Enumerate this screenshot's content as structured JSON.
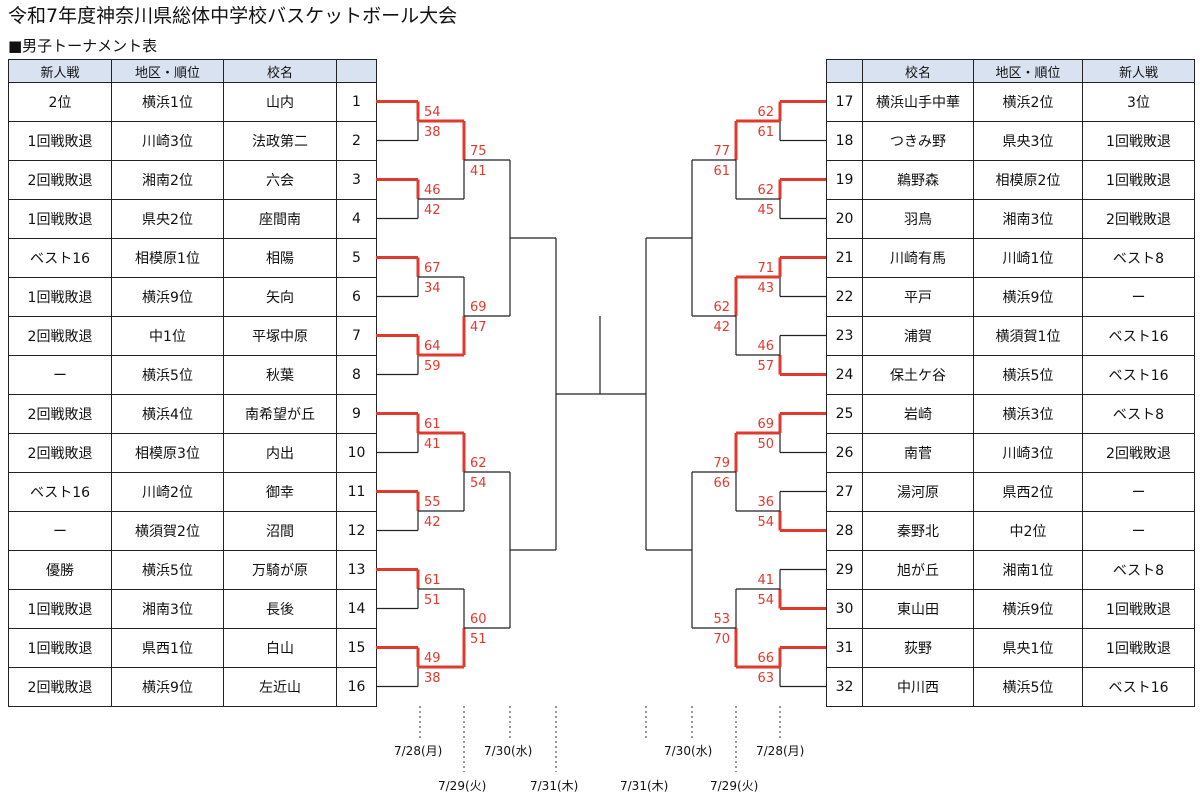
{
  "title": "令和7年度神奈川県総体中学校バスケットボール大会",
  "subtitle": "■男子トーナメント表",
  "colors": {
    "winner_line": "#e03a2f",
    "header_bg": "#d9e2f1",
    "line": "#222222"
  },
  "left_table": {
    "headers": [
      "新人戦",
      "地区・順位",
      "校名",
      ""
    ],
    "rows": [
      {
        "rookie": "2位",
        "region": "横浜1位",
        "school": "山内",
        "no": "1"
      },
      {
        "rookie": "1回戦敗退",
        "region": "川崎3位",
        "school": "法政第二",
        "no": "2"
      },
      {
        "rookie": "2回戦敗退",
        "region": "湘南2位",
        "school": "六会",
        "no": "3"
      },
      {
        "rookie": "1回戦敗退",
        "region": "県央2位",
        "school": "座間南",
        "no": "4"
      },
      {
        "rookie": "ベスト16",
        "region": "相模原1位",
        "school": "相陽",
        "no": "5"
      },
      {
        "rookie": "1回戦敗退",
        "region": "横浜9位",
        "school": "矢向",
        "no": "6"
      },
      {
        "rookie": "2回戦敗退",
        "region": "中1位",
        "school": "平塚中原",
        "no": "7"
      },
      {
        "rookie": "ー",
        "region": "横浜5位",
        "school": "秋葉",
        "no": "8"
      },
      {
        "rookie": "2回戦敗退",
        "region": "横浜4位",
        "school": "南希望が丘",
        "no": "9"
      },
      {
        "rookie": "2回戦敗退",
        "region": "相模原3位",
        "school": "内出",
        "no": "10"
      },
      {
        "rookie": "ベスト16",
        "region": "川崎2位",
        "school": "御幸",
        "no": "11"
      },
      {
        "rookie": "ー",
        "region": "横須賀2位",
        "school": "沼間",
        "no": "12"
      },
      {
        "rookie": "優勝",
        "region": "横浜5位",
        "school": "万騎が原",
        "no": "13"
      },
      {
        "rookie": "1回戦敗退",
        "region": "湘南3位",
        "school": "長後",
        "no": "14"
      },
      {
        "rookie": "1回戦敗退",
        "region": "県西1位",
        "school": "白山",
        "no": "15"
      },
      {
        "rookie": "2回戦敗退",
        "region": "横浜9位",
        "school": "左近山",
        "no": "16"
      }
    ]
  },
  "right_table": {
    "headers": [
      "",
      "校名",
      "地区・順位",
      "新人戦"
    ],
    "rows": [
      {
        "no": "17",
        "school": "横浜山手中華",
        "region": "横浜2位",
        "rookie": "3位"
      },
      {
        "no": "18",
        "school": "つきみ野",
        "region": "県央3位",
        "rookie": "1回戦敗退"
      },
      {
        "no": "19",
        "school": "鵜野森",
        "region": "相模原2位",
        "rookie": "1回戦敗退"
      },
      {
        "no": "20",
        "school": "羽鳥",
        "region": "湘南3位",
        "rookie": "2回戦敗退"
      },
      {
        "no": "21",
        "school": "川崎有馬",
        "region": "川崎1位",
        "rookie": "ベスト8"
      },
      {
        "no": "22",
        "school": "平戸",
        "region": "横浜9位",
        "rookie": "ー"
      },
      {
        "no": "23",
        "school": "浦賀",
        "region": "横須賀1位",
        "rookie": "ベスト16"
      },
      {
        "no": "24",
        "school": "保土ケ谷",
        "region": "横浜5位",
        "rookie": "ベスト16"
      },
      {
        "no": "25",
        "school": "岩崎",
        "region": "横浜3位",
        "rookie": "ベスト8"
      },
      {
        "no": "26",
        "school": "南菅",
        "region": "川崎3位",
        "rookie": "2回戦敗退"
      },
      {
        "no": "27",
        "school": "湯河原",
        "region": "県西2位",
        "rookie": "ー"
      },
      {
        "no": "28",
        "school": "秦野北",
        "region": "中2位",
        "rookie": "ー"
      },
      {
        "no": "29",
        "school": "旭が丘",
        "region": "湘南1位",
        "rookie": "ベスト8"
      },
      {
        "no": "30",
        "school": "東山田",
        "region": "横浜9位",
        "rookie": "1回戦敗退"
      },
      {
        "no": "31",
        "school": "荻野",
        "region": "県央1位",
        "rookie": "1回戦敗退"
      },
      {
        "no": "32",
        "school": "中川西",
        "region": "横浜5位",
        "rookie": "ベスト16"
      }
    ]
  },
  "bracket": {
    "left": {
      "round1": [
        {
          "top": "54",
          "bottom": "38",
          "winner": "top"
        },
        {
          "top": "46",
          "bottom": "42",
          "winner": "top"
        },
        {
          "top": "67",
          "bottom": "34",
          "winner": "top"
        },
        {
          "top": "64",
          "bottom": "59",
          "winner": "top"
        },
        {
          "top": "61",
          "bottom": "41",
          "winner": "top"
        },
        {
          "top": "55",
          "bottom": "42",
          "winner": "top"
        },
        {
          "top": "61",
          "bottom": "51",
          "winner": "top"
        },
        {
          "top": "49",
          "bottom": "38",
          "winner": "top"
        }
      ],
      "round2": [
        {
          "top": "75",
          "bottom": "41",
          "winner": "top"
        },
        {
          "top": "69",
          "bottom": "47",
          "winner": "bottom"
        },
        {
          "top": "62",
          "bottom": "54",
          "winner": "top"
        },
        {
          "top": "60",
          "bottom": "51",
          "winner": "bottom"
        }
      ]
    },
    "right": {
      "round1": [
        {
          "top": "62",
          "bottom": "61",
          "winner": "top"
        },
        {
          "top": "62",
          "bottom": "45",
          "winner": "top"
        },
        {
          "top": "71",
          "bottom": "43",
          "winner": "top"
        },
        {
          "top": "46",
          "bottom": "57",
          "winner": "bottom"
        },
        {
          "top": "69",
          "bottom": "50",
          "winner": "top"
        },
        {
          "top": "36",
          "bottom": "54",
          "winner": "bottom"
        },
        {
          "top": "41",
          "bottom": "54",
          "winner": "bottom"
        },
        {
          "top": "66",
          "bottom": "63",
          "winner": "top"
        }
      ],
      "round2": [
        {
          "top": "77",
          "bottom": "61",
          "winner": "top"
        },
        {
          "top": "62",
          "bottom": "42",
          "winner": "top"
        },
        {
          "top": "79",
          "bottom": "66",
          "winner": "top"
        },
        {
          "top": "53",
          "bottom": "70",
          "winner": "bottom"
        }
      ]
    }
  },
  "dates": {
    "left_r1": "7/28(月)",
    "left_r2": "7/29(火)",
    "left_r3": "7/30(水)",
    "left_r4": "7/31(木)",
    "right_r4": "7/31(木)",
    "right_r3": "7/30(水)",
    "right_r2": "7/29(火)",
    "right_r1": "7/28(月)"
  }
}
